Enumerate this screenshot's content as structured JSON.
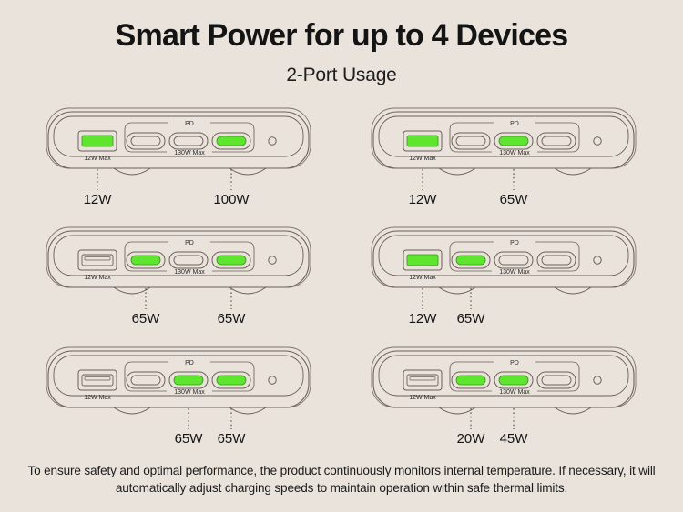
{
  "header": {
    "title": "Smart Power for up to 4 Devices",
    "subtitle": "2-Port Usage"
  },
  "labels": {
    "usb_a_max": "12W Max",
    "pd_group": "PD",
    "pd_max": "130W Max"
  },
  "colors": {
    "background": "#e9e3db",
    "active_port": "#5ee62e",
    "outline": "#6b6158",
    "text": "#1c1c1c"
  },
  "devices": [
    {
      "id": "device-1",
      "ports": [
        {
          "name": "usb-a",
          "type": "usb-a",
          "active": true,
          "label": "12W"
        },
        {
          "name": "usb-c-1",
          "type": "usb-c",
          "active": false,
          "label": ""
        },
        {
          "name": "usb-c-2",
          "type": "usb-c",
          "active": false,
          "label": ""
        },
        {
          "name": "usb-c-3",
          "type": "usb-c",
          "active": true,
          "label": "100W"
        }
      ]
    },
    {
      "id": "device-2",
      "ports": [
        {
          "name": "usb-a",
          "type": "usb-a",
          "active": true,
          "label": "12W"
        },
        {
          "name": "usb-c-1",
          "type": "usb-c",
          "active": false,
          "label": ""
        },
        {
          "name": "usb-c-2",
          "type": "usb-c",
          "active": true,
          "label": "65W"
        },
        {
          "name": "usb-c-3",
          "type": "usb-c",
          "active": false,
          "label": ""
        }
      ]
    },
    {
      "id": "device-3",
      "ports": [
        {
          "name": "usb-a",
          "type": "usb-a",
          "active": false,
          "label": ""
        },
        {
          "name": "usb-c-1",
          "type": "usb-c",
          "active": true,
          "label": "65W"
        },
        {
          "name": "usb-c-2",
          "type": "usb-c",
          "active": false,
          "label": ""
        },
        {
          "name": "usb-c-3",
          "type": "usb-c",
          "active": true,
          "label": "65W"
        }
      ]
    },
    {
      "id": "device-4",
      "ports": [
        {
          "name": "usb-a",
          "type": "usb-a",
          "active": true,
          "label": "12W"
        },
        {
          "name": "usb-c-1",
          "type": "usb-c",
          "active": true,
          "label": "65W"
        },
        {
          "name": "usb-c-2",
          "type": "usb-c",
          "active": false,
          "label": ""
        },
        {
          "name": "usb-c-3",
          "type": "usb-c",
          "active": false,
          "label": ""
        }
      ]
    },
    {
      "id": "device-5",
      "ports": [
        {
          "name": "usb-a",
          "type": "usb-a",
          "active": false,
          "label": ""
        },
        {
          "name": "usb-c-1",
          "type": "usb-c",
          "active": false,
          "label": ""
        },
        {
          "name": "usb-c-2",
          "type": "usb-c",
          "active": true,
          "label": "65W"
        },
        {
          "name": "usb-c-3",
          "type": "usb-c",
          "active": true,
          "label": "65W"
        }
      ]
    },
    {
      "id": "device-6",
      "ports": [
        {
          "name": "usb-a",
          "type": "usb-a",
          "active": false,
          "label": ""
        },
        {
          "name": "usb-c-1",
          "type": "usb-c",
          "active": true,
          "label": "20W"
        },
        {
          "name": "usb-c-2",
          "type": "usb-c",
          "active": true,
          "label": "45W"
        },
        {
          "name": "usb-c-3",
          "type": "usb-c",
          "active": false,
          "label": ""
        }
      ]
    }
  ],
  "footer": {
    "note": "To ensure safety and optimal performance, the product continuously monitors internal temperature. If necessary, it will automatically adjust charging speeds to maintain operation within safe thermal limits."
  }
}
